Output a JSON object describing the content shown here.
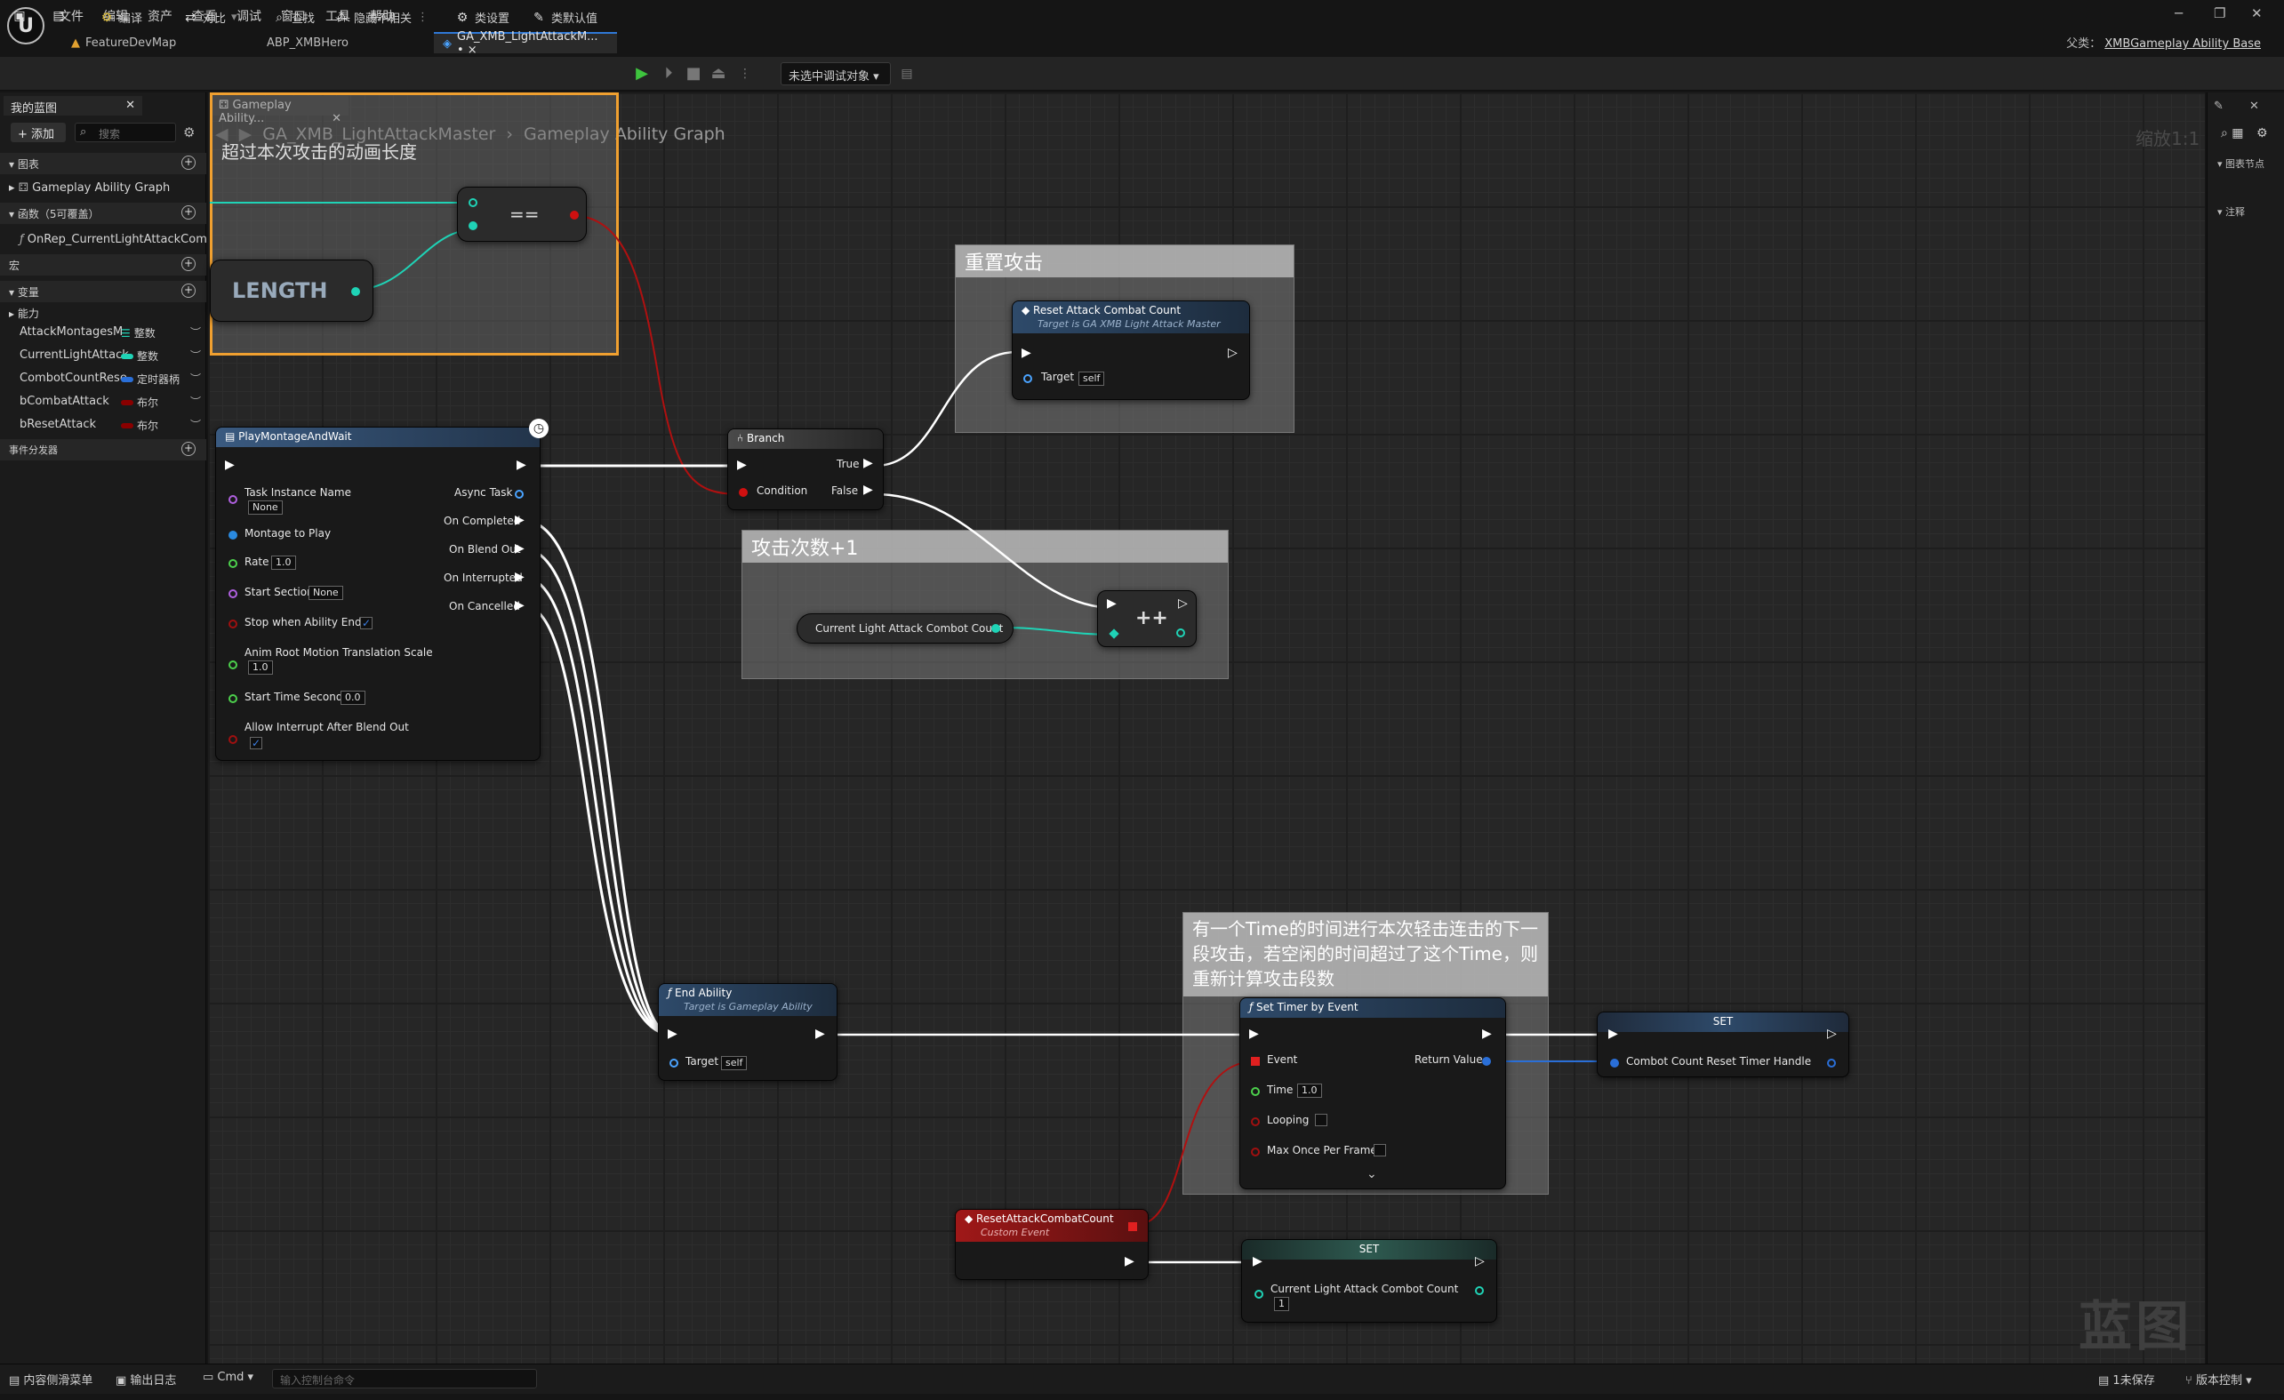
{
  "menu": [
    "文件",
    "编辑",
    "资产",
    "查看",
    "调试",
    "窗口",
    "工具",
    "帮助"
  ],
  "doc_tabs": [
    {
      "label": "FeatureDevMap"
    },
    {
      "label": "ABP_XMBHero"
    },
    {
      "label": "GA_XMB_LightAttackM... • ×"
    }
  ],
  "parent_class": {
    "label": "父类：",
    "value": "XMBGameplay Ability Base"
  },
  "toolbar": {
    "compile": "编译",
    "diff": "对比",
    "find": "查找",
    "hide_unrelated": "隐藏不相关",
    "class_settings": "类设置",
    "class_defaults": "类默认值",
    "debug_select": "未选中调试对象"
  },
  "left_panel": {
    "tab": "我的蓝图",
    "add": "+ 添加",
    "search_placeholder": "搜索",
    "sections": {
      "graphs": "图表",
      "functions": "函数（5可覆盖）",
      "macros": "宏",
      "variables": "变量",
      "dispatchers": "事件分发器"
    },
    "graph_item": "Gameplay Ability Graph",
    "function_item": "OnRep_CurrentLightAttackComb",
    "var_category": "能力",
    "variables": [
      {
        "name": "AttackMontagesM",
        "type": "整数",
        "color": "#1fd3b6"
      },
      {
        "name": "CurrentLightAttack",
        "type": "整数",
        "color": "#1fd3b6"
      },
      {
        "name": "CombotCountRese",
        "type": "定时器柄",
        "color": "#2a6fd8"
      },
      {
        "name": "bCombatAttack",
        "type": "布尔",
        "color": "#8a0000"
      },
      {
        "name": "bResetAttack",
        "type": "布尔",
        "color": "#8a0000"
      }
    ]
  },
  "graph": {
    "tab": "Gameplay Ability...",
    "breadcrumb": [
      "GA_XMB_LightAttackMaster",
      "Gameplay Ability Graph"
    ],
    "zoom": "缩放1:1",
    "watermark": "蓝图"
  },
  "comments": {
    "top_left": "超过本次攻击的动画长度",
    "reset": "重置攻击",
    "increment": "攻击次数+1",
    "timer": "有一个Time的时间进行本次轻击连击的下一段攻击，若空闲的时间超过了这个Time，则重新计算攻击段数"
  },
  "nodes": {
    "equals": "==",
    "length": "LENGTH",
    "reset_combat": {
      "title": "Reset Attack Combat Count",
      "sub": "Target is GA XMB Light Attack Master",
      "target": "Target",
      "target_val": "self"
    },
    "branch": {
      "title": "Branch",
      "condition": "Condition",
      "true": "True",
      "false": "False"
    },
    "increment": {
      "var": "Current Light Attack Combot Count",
      "op": "++"
    },
    "play_montage": {
      "title": "PlayMontageAndWait",
      "task_instance_name": "Task Instance Name",
      "task_instance_val": "None",
      "montage_to_play": "Montage to Play",
      "rate": "Rate",
      "rate_val": "1.0",
      "start_section": "Start Section",
      "start_section_val": "None",
      "stop_when_ends": "Stop when Ability Ends",
      "anim_root": "Anim Root Motion Translation Scale",
      "anim_root_val": "1.0",
      "start_time": "Start Time Seconds",
      "start_time_val": "0.0",
      "allow_interrupt": "Allow Interrupt After Blend Out",
      "async_task": "Async Task",
      "on_completed": "On Completed",
      "on_blend_out": "On Blend Out",
      "on_interrupted": "On Interrupted",
      "on_cancelled": "On Cancelled"
    },
    "end_ability": {
      "title": "End Ability",
      "sub": "Target is Gameplay Ability",
      "target": "Target",
      "target_val": "self"
    },
    "set_timer": {
      "title": "Set Timer by Event",
      "event": "Event",
      "time": "Time",
      "time_val": "1.0",
      "looping": "Looping",
      "max_once": "Max Once Per Frame",
      "return_value": "Return Value"
    },
    "set_handle": {
      "title": "SET",
      "var": "Combot Count Reset Timer Handle"
    },
    "custom_event": {
      "title": "ResetAttackCombatCount",
      "sub": "Custom Event"
    },
    "set_count": {
      "title": "SET",
      "var": "Current Light Attack Combot Count",
      "val": "1"
    }
  },
  "statusbar": {
    "content_drawer": "内容侧滑菜单",
    "output_log": "输出日志",
    "cmd": "Cmd",
    "cmd_placeholder": "输入控制台命令",
    "unsaved": "1未保存",
    "source_control": "版本控制"
  },
  "right_strip": {
    "graph_nodes": "图表节点",
    "notes": "注释"
  }
}
